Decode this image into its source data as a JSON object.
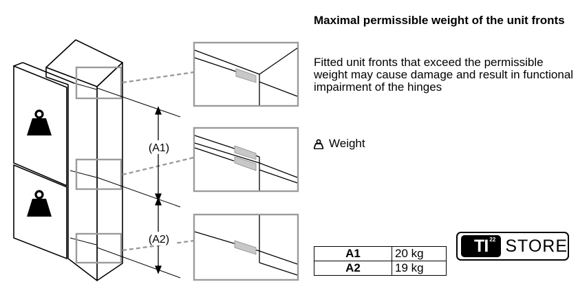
{
  "heading": "Maximal permissible weight of the unit fronts",
  "paragraph": "Fitted unit fronts that exceed the permissible weight may cause damage and result in functional impairment of the hinges",
  "legend": {
    "icon": "weight-icon",
    "label": "Weight"
  },
  "dimensions": {
    "a1": "(A1)",
    "a2": "(A2)"
  },
  "weights_table": [
    {
      "label": "A1",
      "value": "20 kg"
    },
    {
      "label": "A2",
      "value": "19 kg"
    }
  ],
  "logo": {
    "badge": "TI",
    "superscript": "22",
    "word": "STORE"
  }
}
